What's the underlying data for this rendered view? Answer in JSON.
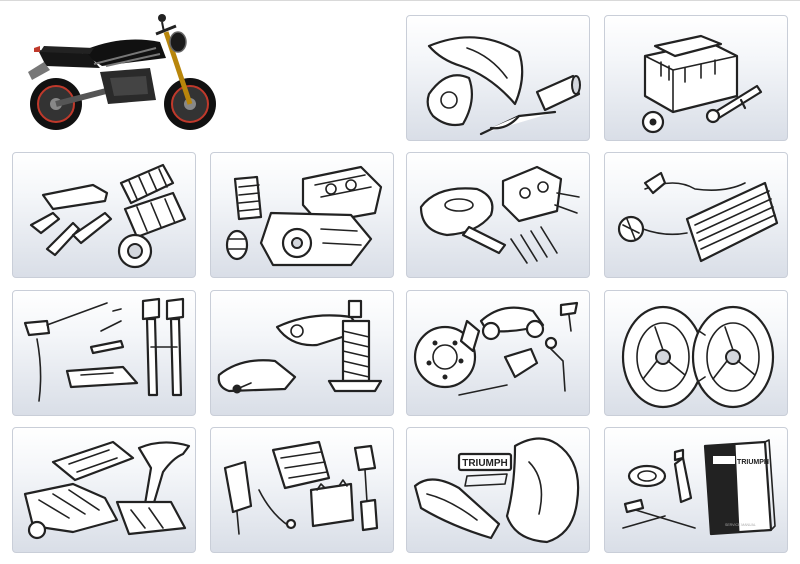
{
  "hero": {
    "image_alt": "Triumph Speed Triple motorcycle",
    "body_color": "#111111",
    "accent_color": "#c0392b"
  },
  "categories": [
    {
      "id": "bodywork",
      "icon": "bodywork-exhaust-icon"
    },
    {
      "id": "engine-top",
      "icon": "engine-top-end-icon"
    },
    {
      "id": "transmission",
      "icon": "gearbox-icon"
    },
    {
      "id": "engine",
      "icon": "engine-crankcase-icon"
    },
    {
      "id": "fuel-system",
      "icon": "fuel-system-icon"
    },
    {
      "id": "cooling",
      "icon": "radiator-icon"
    },
    {
      "id": "controls-forks",
      "icon": "front-forks-icon"
    },
    {
      "id": "rear-suspension",
      "icon": "rear-shock-icon"
    },
    {
      "id": "brakes",
      "icon": "brake-disc-icon"
    },
    {
      "id": "wheels",
      "icon": "wheels-tyres-icon"
    },
    {
      "id": "frame",
      "icon": "frame-icon"
    },
    {
      "id": "electrics",
      "icon": "electrical-parts-icon"
    },
    {
      "id": "decals-seats",
      "icon": "seat-decals-icon"
    },
    {
      "id": "service",
      "icon": "service-manual-icon"
    }
  ],
  "decals": {
    "brand_text": "TRIUMPH"
  },
  "manual": {
    "cover_text": "TRIUMPH",
    "subtitle_text": "SERVICE MANUAL"
  }
}
